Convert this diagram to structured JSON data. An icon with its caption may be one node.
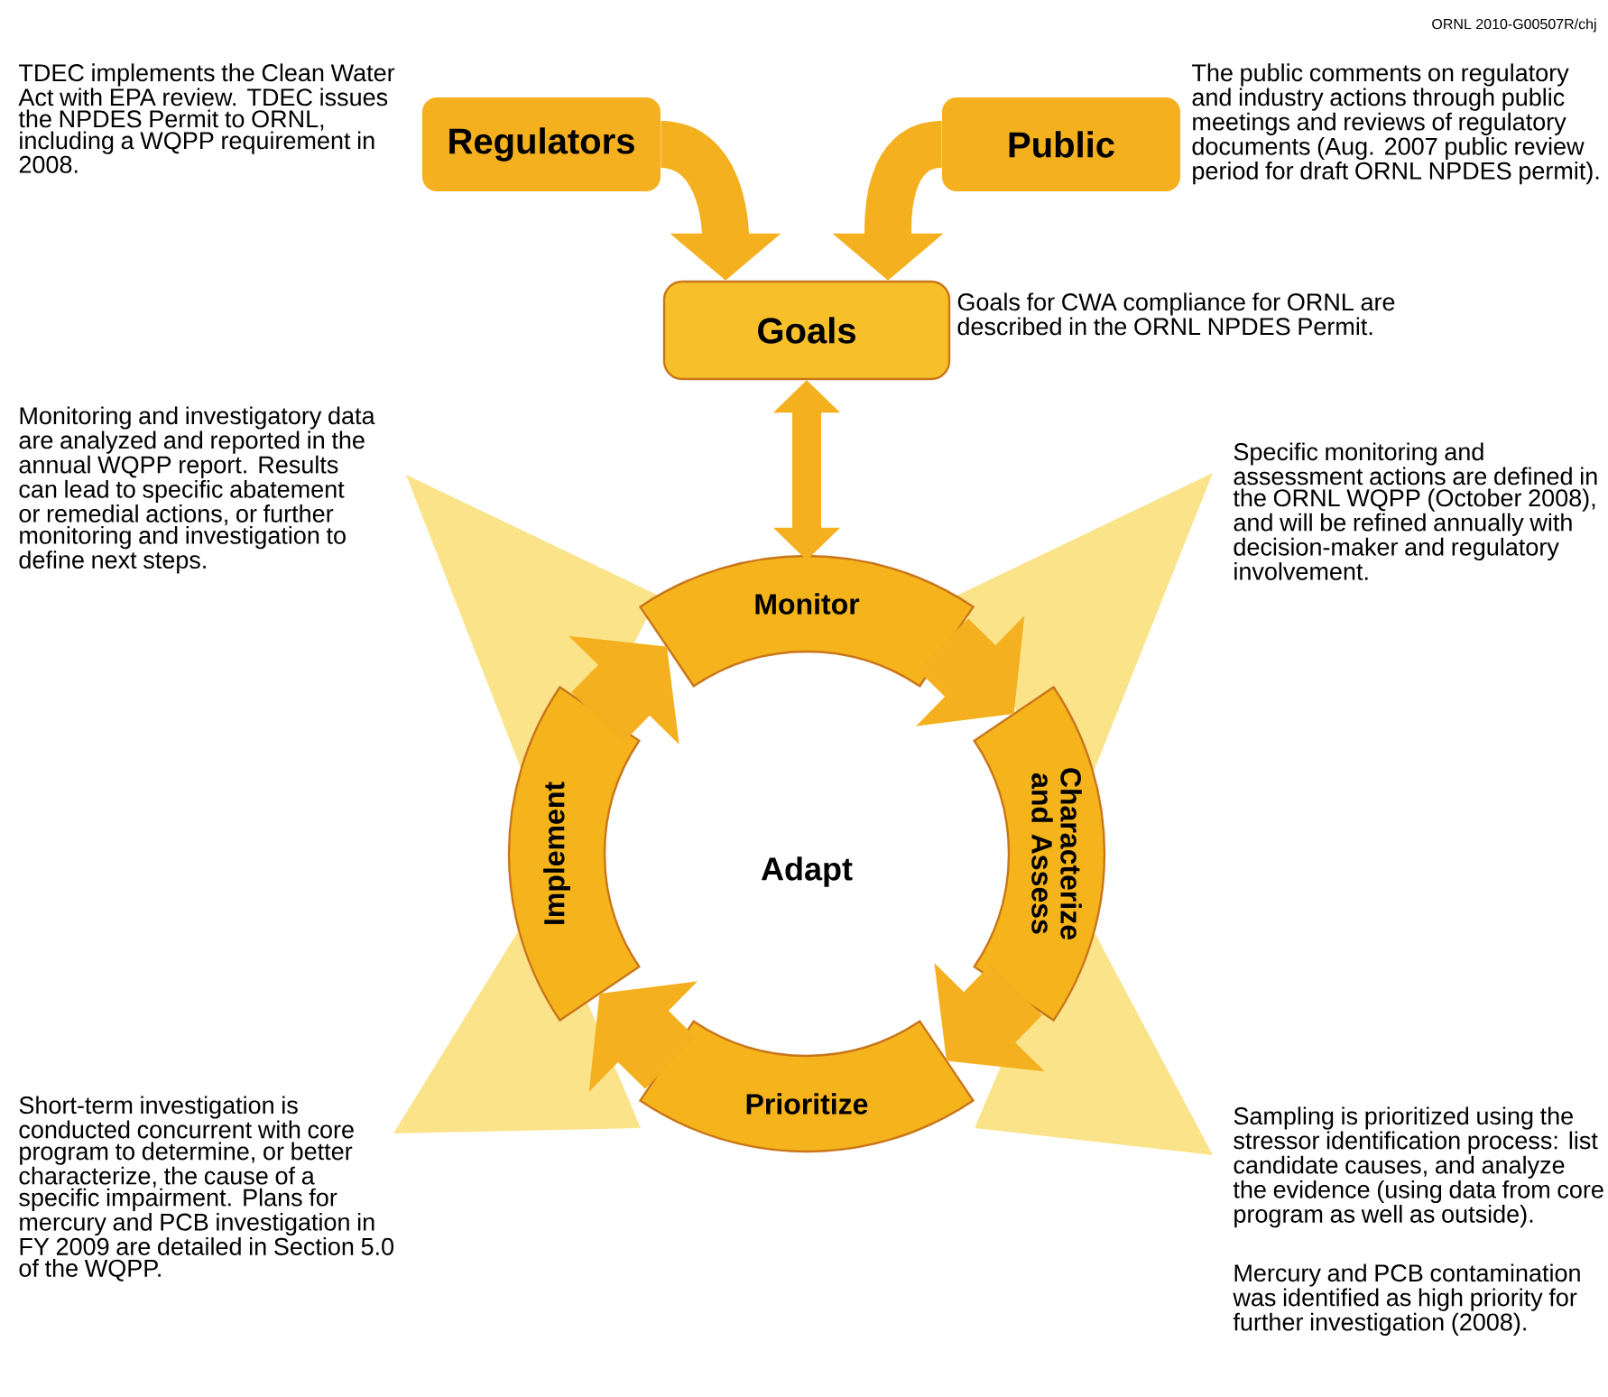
{
  "diagram": {
    "nodes": [
      {
        "text": [
          "Regulators"
        ],
        "beside": [
          "TDEC implements the Clean Water Act with EPA review. TDEC issues the NPDES Permit to ORNL, including a WQPP requirement in 2008."
        ]
      },
      {
        "text": [
          "Public"
        ],
        "beside": [
          "The public comments on regulatory and industry actions through public meetings and reviews of regulatory documents (Aug. 2007 public review period for draft ORNL NPDES permit)."
        ]
      },
      {
        "text": [
          "Goals"
        ],
        "beside": [
          "Goals for CWA compliance for ORNL are described in the ORNL NPDES Permit."
        ]
      },
      {
        "text": [
          "Monitor"
        ]
      },
      {
        "text": [
          "Characterize and Assess"
        ]
      },
      {
        "text": [
          "Prioritize"
        ]
      },
      {
        "text": [
          "Implement"
        ]
      }
    ],
    "edges": [
      {
        "from": 0,
        "to": 2,
        "arrow": "to"
      },
      {
        "from": 1,
        "to": 2,
        "arrow": "to"
      },
      {
        "from": 2,
        "to": 3,
        "arrow": "both"
      },
      {
        "from": 3,
        "to": 4,
        "arrow": "to"
      },
      {
        "from": 4,
        "to": 5,
        "arrow": "to"
      },
      {
        "from": 5,
        "to": 6,
        "arrow": "to"
      },
      {
        "from": 6,
        "to": 3,
        "arrow": "to"
      }
    ],
    "labels": [
      "ORNL 2010-G00507R/chj",
      "Monitoring and investigatory data are analyzed and reported in the annual WQPP report. Results can lead to specific abatement or remedial actions, or further monitoring and investigation to define next steps.",
      "Specific monitoring and assessment actions are defined in the ORNL WQPP (October 2008), and will be refined annually with decision-maker and regulatory involvement.",
      "Adapt",
      "Short-term investigation is conducted concurrent with core program to determine, or better characterize, the cause of a specific impairment. Plans for mercury and PCB investigation in FY 2009 are detailed in Section 5.0 of the WQPP.",
      "Sampling is prioritized using the stressor identification process: list candidate causes, and analyze the evidence (using data from core program as well as outside).",
      "Mercury and PCB contamination was identified as high priority for further investigation (2008)."
    ]
  }
}
